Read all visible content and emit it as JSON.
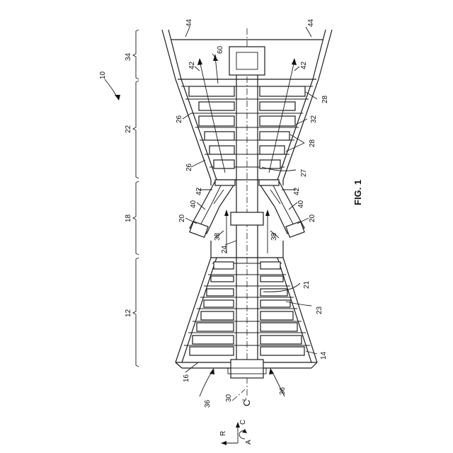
{
  "figure": {
    "caption": "FIG. 1",
    "labels": {
      "engine": "10",
      "compressor": "12",
      "compressor_inlet": "14",
      "compressor_outlet": "16",
      "combustor": "18",
      "fuel_nozzle": "20",
      "compressor_rotor_blades": "21",
      "turbine": "22",
      "compressor_stator": "23",
      "shaft": "24",
      "turbine_blades": "26",
      "turbine_cavity": "27",
      "turbine_vanes": "28",
      "centerline_ref": "30",
      "turbine_casing": "32",
      "exhaust": "34",
      "inlet_flow": "36",
      "air_flow": "38",
      "combustion_chamber": "40",
      "gas_flow": "42",
      "exhaust_casing": "44",
      "exhaust_hub": "60"
    },
    "centerline_symbol": "C",
    "centerline_subscript": "L",
    "axes": {
      "axial": "A",
      "radial": "R",
      "circumferential": "C"
    }
  }
}
